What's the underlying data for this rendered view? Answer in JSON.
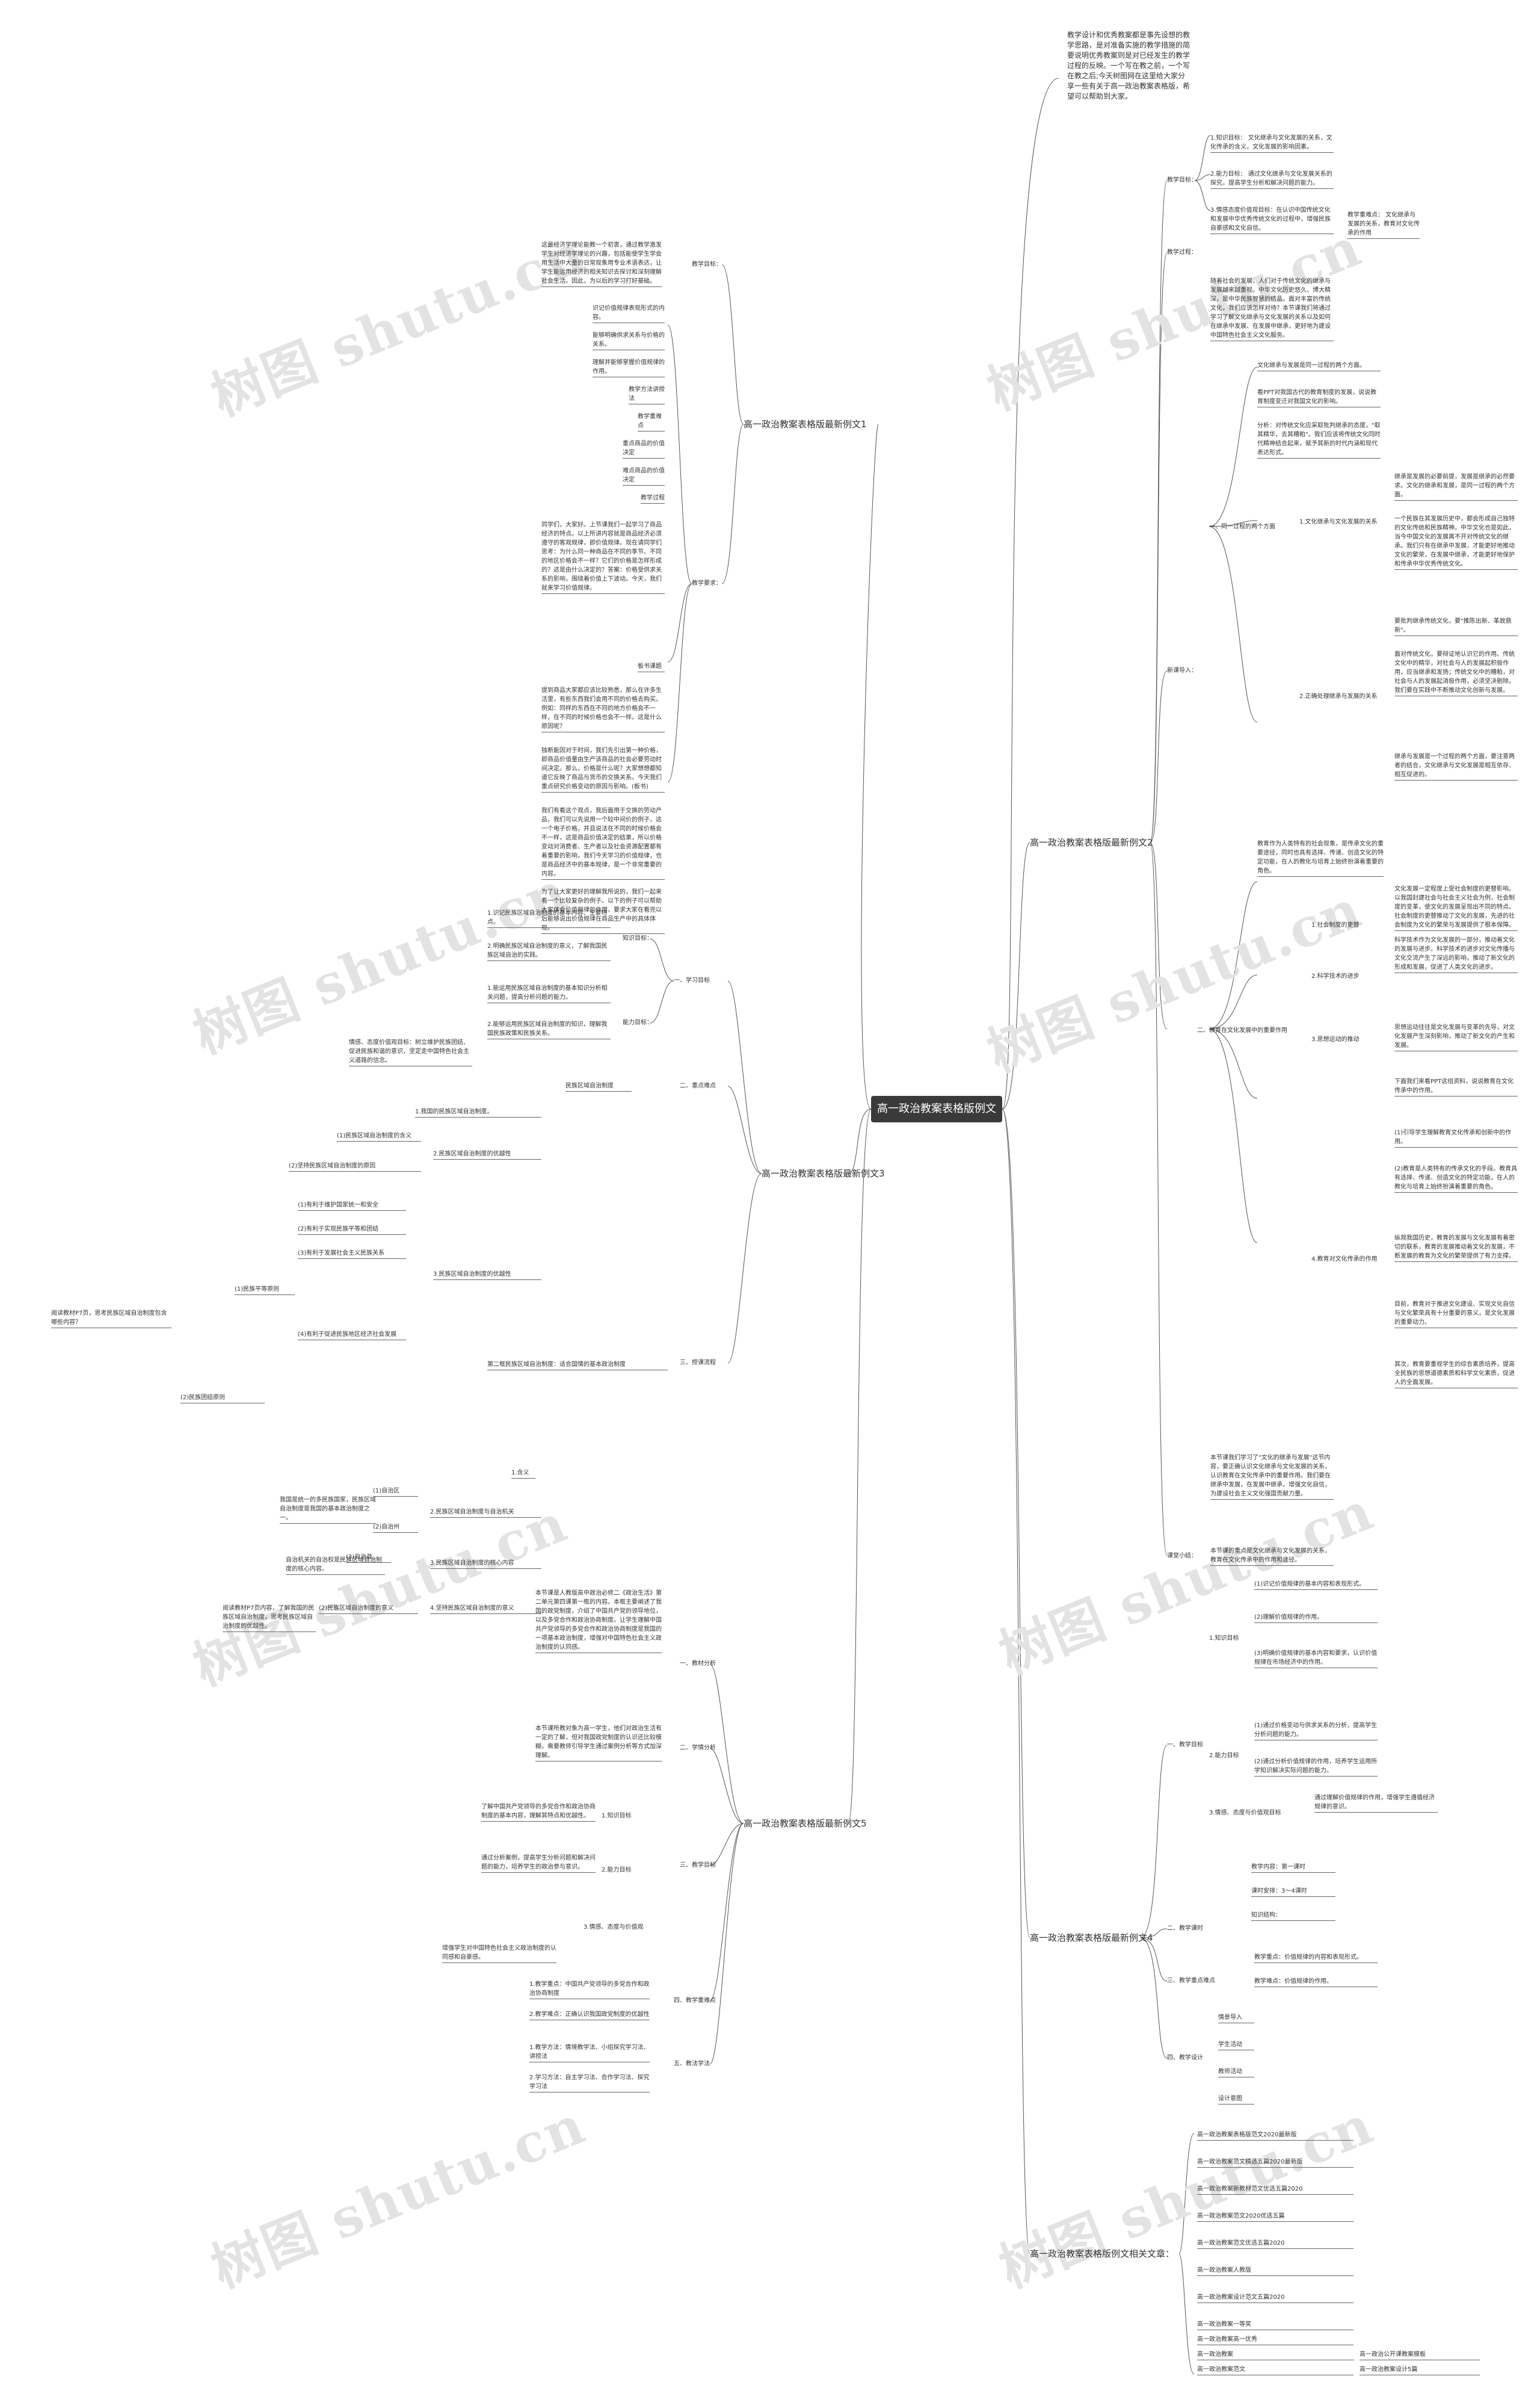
{
  "root": "高一政治教案表格版例文",
  "intro": "教学设计和优秀教案都是事先设想的教学思路，是对准备实施的教学措施的简要说明优秀教案则是对已经发生的教学过程的反映。一个写在教之前，一个写在教之后;今天树图网在这里给大家分享一些有关于高一政治教案表格版，希望可以帮助到大家。",
  "watermarks": [
    "树图 shutu.cn",
    "树图 shutu.cn",
    "树图 shutu.cn",
    "树图 shutu.cn",
    "树图 shutu.cn",
    "树图 shutu.cn",
    "树图 shutu.cn",
    "树图 shutu.cn"
  ],
  "branches": {
    "b1": "高一政治教案表格版最新例文1",
    "b2": "高一政治教案表格版最新例文2",
    "b3": "高一政治教案表格版最新例文3",
    "b4": "高一政治教案表格版最新例文4",
    "b5": "高一政治教案表格版最新例文5",
    "b6": "高一政治教案表格版例文相关文章："
  },
  "b1": {
    "goal_label": "教学目标：",
    "goal_text": "这最经济学理论能教一个初衷，通过教学激发学生对经济学理论的兴趣，包括能使学生学会用生活中大量的日常现象用专业术语表达，让学生能运用经济的相关知识去探讨和深刻理解社会生活。因此，为以后的学习打好基础。",
    "process_label": "教学要求：",
    "items": [
      "识记价值规律表现形式的内容。",
      "能够明确供求关系与价格的关系。",
      "理解并能够掌握价值规律的作用。",
      "教学方法讲授法",
      "教学重难点",
      "重点商品的价值决定",
      "难点商品的价值决定",
      "教学过程"
    ],
    "p1": "同学们，大家好。上节课我们一起学习了商品经济的特点。以上所讲内容就是商品经济必须遵守的客观规律，即价值规律。现在请同学们思考：为什么同一种商品在不同的季节、不同的地区价格会不一样？它们的价格是怎样形成的？这是由什么决定的？答案：价格受供求关系的影响，围绕着价值上下波动。今天，我们就来学习价值规律。",
    "p1_label": "板书课题",
    "p2": "提到商品大家都应该比较熟悉，那么在许多生活里，有些东西我们会用不同的价格去购买。例如：同样的东西在不同的地方价格会不一样，在不同的时候价格也会不一样。这是什么原因呢？",
    "p3": "独断能因对于时间，我们先引出第一种价格，即商品价值量由生产该商品的社会必要劳动时间决定。那么，价格是什么呢？大家想想都知道它反映了商品与货币的交换关系。今天我们重点研究价格变动的原因与影响。(板书)",
    "p4": "我们有看这个观点，我后面用于交换的劳动产品，我们可以先说用一个较中间价的例子，这一个电子价格，并且说法在不同的时候价格会不一样，这是商品价值决定的结果，所以价格变动对消费者、生产者以及社会资源配置都有着重要的影响，我们今天学习的价值规律，也是商品经济中的基本规律，是一个非常重要的内容。",
    "p5": "为了让大家更好的理解我所说的，我们一起来看一个比较复杂的例子。以下的例子可以帮助大家体会价值规律的作用，要求大家在看完以后能够说出价值规律在商品生产中的具体体现。"
  },
  "b2": {
    "goal_label": "教学目标：",
    "goals": [
      "1.知识目标： 文化继承与文化发展的关系，文化传承的含义，文化发展的影响因素。",
      "2.能力目标： 通过文化继承与文化发展关系的探究，提高学生分析和解决问题的能力。",
      "3.情感态度价值观目标：在认识中国传统文化和发展中华优秀传统文化的过程中，增强民族自豪感和文化自信。"
    ],
    "key": "教学重难点： 文化继承与发展的关系，教育对文化传承的作用",
    "process_label": "教学过程：",
    "intro_text": "随着社会的发展，人们对于传统文化的继承与发展越来越重视。中华文化历史悠久、博大精深，是中华民族智慧的结晶。面对丰富的传统文化，我们应该怎样对待？本节课我们将通过学习了解文化继承与文化发展的关系以及如何在继承中发展、在发展中继承，更好地为建设中国特色社会主义文化服务。",
    "new_label": "新课导入：",
    "s1_label": "一、同一过程的两个方面",
    "s1_a": "文化继承与发展是同一过程的两个方面。",
    "s1_b": "看PPT对我国古代的教育制度的发展，说说教育制度变迁对我国文化的影响。",
    "s1_c": "分析：对传统文化应采取批判继承的态度，\"取其精华，去其糟粕\"。我们应该将传统文化同时代精神结合起来，赋予其新的时代内涵和现代表达形式。",
    "s1_1_label": "1.文化继承与文化发展的关系",
    "s1_1_a": "继承是发展的必要前提，发展是继承的必然要求。文化的继承和发展，是同一过程的两个方面。",
    "s1_1_b": "一个民族在其发展历史中，都会形成自己独特的文化传统和民族精神。中华文化也是如此，当今中国文化的发展离不开对传统文化的继承。我们只有在继承中发展，才能更好地推动文化的繁荣，在发展中继承，才能更好地保护和传承中华优秀传统文化。",
    "s1_2_label": "2.正确处理继承与发展的关系",
    "s1_2_a": "要批判继承传统文化，要\"推陈出新、革故鼎新\"。",
    "s1_2_b": "面对传统文化，要辩证地认识它的作用。传统文化中的精华，对社会与人的发展起积极作用，应当继承和发扬；传统文化中的糟粕，对社会与人的发展起消极作用，必须坚决剔除。我们要在实践中不断推动文化创新与发展。",
    "s1_2_c": "继承与发展是一个过程的两个方面，要注意两者的结合，文化继承与文化发展是相互依存、相互促进的。",
    "s2_label": "二、教育在文化发展中的重要作用",
    "s2_intro": "教育作为人类特有的社会现象，是传承文化的重要途径，同时也具有选择、传递、创造文化的特定功能，在人的教化与培育上始终扮演着重要的角色。",
    "s2_1_label": "1.社会制度的更替",
    "s2_1_text": "文化发展一定程度上受社会制度的更替影响。以我国封建社会与社会主义社会为例，社会制度的变革，使文化的发展呈现出不同的特点。社会制度的更替推动了文化的发展，先进的社会制度为文化的繁荣与发展提供了根本保障。",
    "s2_2_label": "2.科学技术的进步",
    "s2_2_text": "科学技术作为文化发展的一部分，推动着文化的发展与进步。科学技术的进步对文化传播与文化交流产生了深远的影响，推动了新文化的形成和发展，促进了人类文化的进步。",
    "s2_3_label": "3.思想运动的推动",
    "s2_3_text": "思想运动往往是文化发展与变革的先导，对文化发展产生深刻影响，推动了新文化的产生和发展。",
    "s2_4_label": "4.教育对文化传承的作用",
    "s2_4_a": "下面我们来看PPT这组资料，说说教育在文化传承中的作用。",
    "s2_4_b": "(1)引导学生理解教育文化传承和创新中的作用。",
    "s2_4_c": "(2)教育是人类特有的传承文化的手段。教育具有选择、传递、创造文化的特定功能，在人的教化与培育上始终扮演着重要的角色。",
    "s2_4_d": "纵观我国历史，教育的发展与文化发展有着密切的联系，教育的发展推动着文化的发展，不断发展的教育为文化的繁荣提供了有力支撑。",
    "s2_4_e": "目前，教育对于推进文化建设、实现文化自信与文化繁荣具有十分重要的意义，是文化发展的重要动力。",
    "s2_4_f": "其次，教育要重视学生的综合素质培养，提高全民族的思想道德素质和科学文化素质，促进人的全面发展。",
    "summary_label": "课堂小结：",
    "summary_a": "本节课我们学习了\"文化的继承与发展\"这节内容，要正确认识文化继承与文化发展的关系，认识教育在文化传承中的重要作用。我们要在继承中发展，在发展中继承，增强文化自信，为建设社会主义文化强国贡献力量。",
    "summary_b": "本节课的重点是文化继承与文化发展的关系，教育在文化传承中的作用和途径。"
  },
  "b3": {
    "goal_label": "一、学习目标",
    "goal_1_label": "知识目标：",
    "goal_1_a": "1.识记民族区域自治制度的基本内容、主要特点。",
    "goal_1_b": "2.明确民族区域自治制度的意义，了解我国民族区域自治的实践。",
    "goal_2_label": "能力目标：",
    "goal_2_a": "1.能运用民族区域自治制度的基本知识分析相关问题，提高分析问题的能力。",
    "goal_2_b": "2.能够运用民族区域自治制度的知识，理解我国民族政策和民族关系。",
    "goal_3": "情感、态度价值观目标：树立维护民族团结、促进民族和谐的意识，坚定走中国特色社会主义道路的信念。",
    "key_label": "二、重点难点",
    "key_text": "民族区域自治制度",
    "proc_label": "三、授课流程",
    "proc_1": "1.我国的民族区域自治制度。",
    "proc_1_1": "(1)民族区域自治制度的含义",
    "proc_1_2": "(2)坚持民族区域自治制度的原因",
    "proc_2": "2.民族区域自治制度的优越性",
    "proc_2_1": "(1)有利于维护国家统一和安全",
    "proc_2_2": "(2)有利于实现民族平等和团结",
    "proc_2_3": "(3)有利于发展社会主义民族关系",
    "proc_3": "3.民族区域自治制度的优越性",
    "proc_3_a": "(4)有利于促进民族地区经济社会发展",
    "proc_3_b": "(1)民族平等原则",
    "proc_3_c": "(2)民族团结原则",
    "proc_4": "第二框民族区域自治制度：适合国情的基本政治制度",
    "proc_5": "1.含义",
    "proc_5_a": "我国是统一的多民族国家，民族区域自治制度是我国的基本政治制度之一。",
    "proc_6": "2.民族区域自治制度与自治机关",
    "proc_6_a": "(1)自治区",
    "proc_6_b": "(2)自治州",
    "proc_6_c": "(3)自治县",
    "proc_7": "3.民族区域自治制度的核心内容",
    "proc_7_a": "自治机关的自治权是民族区域自治制度的核心内容。",
    "proc_8": "4.坚持民族区域自治制度的意义",
    "proc_8_a": "(2)民族区域自治制度的意义",
    "note_1": "阅读教材P7页，思考民族区域自治制度包含哪些内容？",
    "note_2": "阅读教材P7页内容，了解我国的民族区域自治制度，思考民族区域自治制度的优越性。"
  },
  "b4": {
    "goal_label": "一、教学目标",
    "goal_1": "1.知识目标",
    "goal_1_a": "(1)识记价值规律的基本内容和表现形式。",
    "goal_1_b": "(2)理解价值规律的作用。",
    "goal_1_c": "(3)明确价值规律的基本内容和要求，认识价值规律在市场经济中的作用。",
    "goal_2": "2.能力目标",
    "goal_2_a": "(1)通过价格变动与供求关系的分析，提高学生分析问题的能力。",
    "goal_2_b": "(2)通过分析价值规律的作用，培养学生运用所学知识解决实际问题的能力。",
    "goal_3": "3.情感、态度与价值观目标",
    "goal_3_a": "通过理解价值规律的作用，增强学生遵循经济规律的意识。",
    "time_label": "二、教学课时",
    "time_a": "教学内容：第一课时",
    "time_b": "课时安排：3～4课时",
    "time_c": "知识结构：",
    "key_label": "三、教学重点难点",
    "key_a": "教学重点：价值规律的内容和表现形式。",
    "key_b": "教学难点：价值规律的作用。",
    "design_label": "四、教学设计",
    "design_a": "情景导入",
    "design_b": "学生活动",
    "design_c": "教师活动",
    "design_d": "设计意图"
  },
  "b5": {
    "item1_label": "一、教材分析",
    "item1_text": "本节课是人教版高中政治必修二《政治生活》第二单元第四课第一框的内容。本框主要阐述了我国的政党制度，介绍了中国共产党的领导地位，以及多党合作和政治协商制度。让学生理解中国共产党领导的多党合作和政治协商制度是我国的一项基本政治制度，增强对中国特色社会主义政治制度的认同感。",
    "item2_label": "二、学情分析",
    "item2_text": "本节课所教对象为高一学生，他们对政治生活有一定的了解，但对我国政党制度的认识还比较模糊，需要教师引导学生通过案例分析等方式加深理解。",
    "item3_label": "三、教学目标",
    "item3_1": "1.知识目标",
    "item3_1_text": "了解中国共产党领导的多党合作和政治协商制度的基本内容，理解其特点和优越性。",
    "item3_2": "2.能力目标",
    "item3_2_text": "通过分析案例，提高学生分析问题和解决问题的能力，培养学生的政治参与意识。",
    "item3_3": "3.情感、态度与价值观",
    "item3_3_text": "增强学生对中国特色社会主义政治制度的认同感和自豪感。",
    "item4_label": "四、教学重难点",
    "item4_a": "1.教学重点：中国共产党领导的多党合作和政治协商制度",
    "item4_b": "2.教学难点：正确认识我国政党制度的优越性",
    "item5_label": "五、教法学法",
    "item5_a": "1.教学方法：情境教学法、小组探究学习法、讲授法",
    "item5_b": "2.学习方法：自主学习法、合作学习法、探究学习法"
  },
  "b6": {
    "links": [
      "高一政治教案表格版范文2020最新版",
      "高一政治教案范文精选五篇2020最新版",
      "高一政治教案新教材范文优选五篇2020",
      "高一政治教案范文2020优选五篇",
      "高一政治教案范文优选五篇2020",
      "高一政治教案人教版",
      "高一政治教案设计范文五篇2020",
      "高一政治教案一等奖",
      "高一政治教案高一优秀",
      "高一政治教案",
      "高一政治教案范文",
      "高一政治公开课教案模板",
      "高一政治教案设计5篇"
    ]
  }
}
